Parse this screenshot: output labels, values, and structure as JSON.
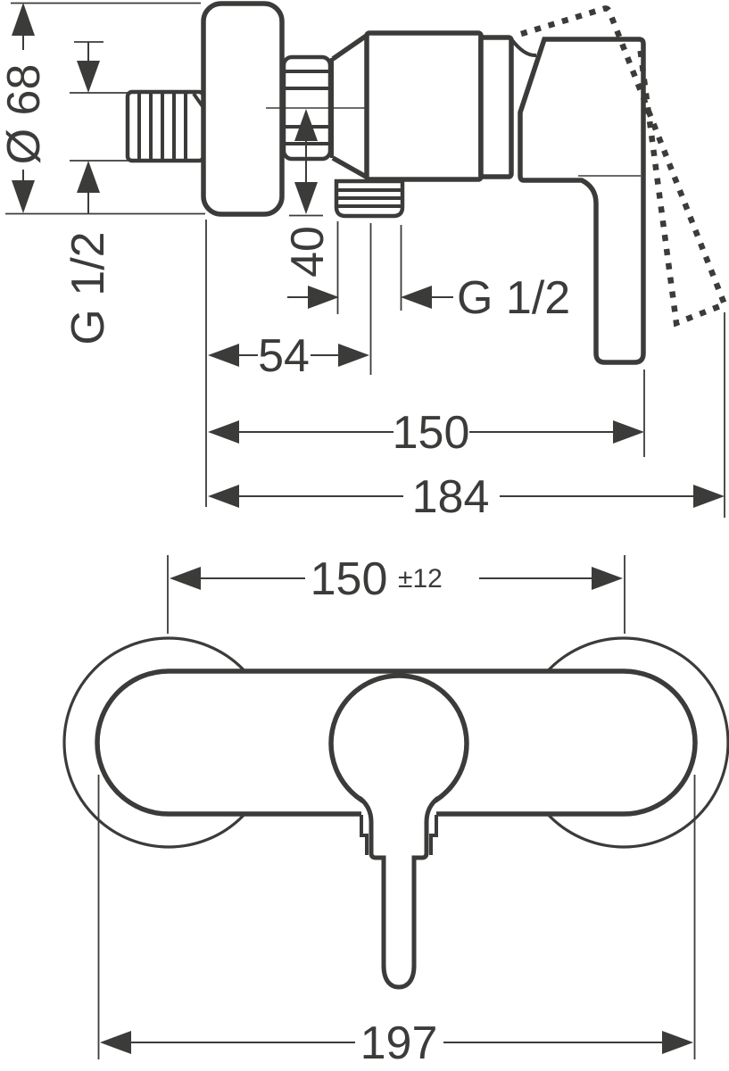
{
  "drawing": {
    "colors": {
      "line": "#3b3b39",
      "background": "#ffffff"
    },
    "side_view": {
      "diameter_label": "Ø 68",
      "inlet_thread_label": "G 1/2",
      "outlet_offset_label": "40",
      "outlet_thread_label": "G 1/2",
      "depth_label": "54",
      "width_to_handle_label": "150",
      "overall_width_label": "184"
    },
    "front_view": {
      "connection_distance_label": "150",
      "connection_tolerance_label": "±12",
      "overall_width_label": "197"
    }
  }
}
